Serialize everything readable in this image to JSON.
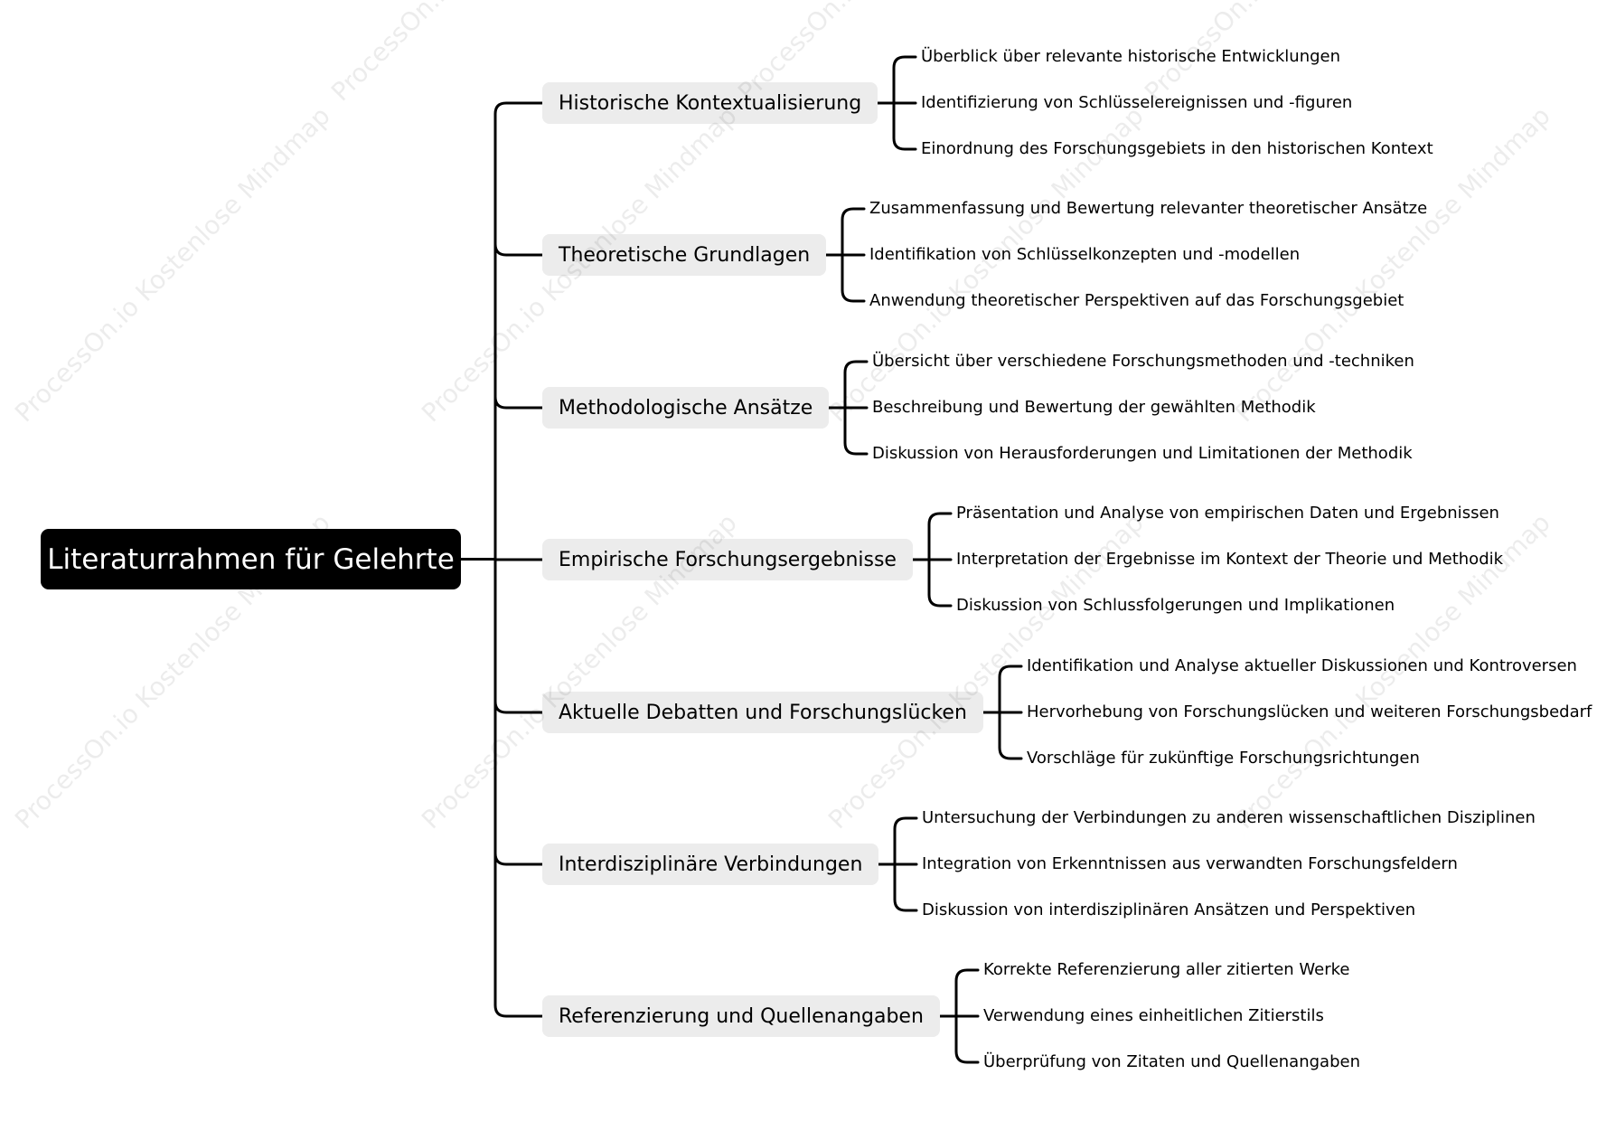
{
  "root": {
    "label": "Literaturrahmen für Gelehrte"
  },
  "branches": [
    {
      "label": "Historische Kontextualisierung",
      "children": [
        "Überblick über relevante historische Entwicklungen",
        "Identifizierung von Schlüsselereignissen und -figuren",
        "Einordnung des Forschungsgebiets in den historischen Kontext"
      ]
    },
    {
      "label": "Theoretische Grundlagen",
      "children": [
        "Zusammenfassung und Bewertung relevanter theoretischer Ansätze",
        "Identifikation von Schlüsselkonzepten und -modellen",
        "Anwendung theoretischer Perspektiven auf das Forschungsgebiet"
      ]
    },
    {
      "label": "Methodologische Ansätze",
      "children": [
        "Übersicht über verschiedene Forschungsmethoden und -techniken",
        "Beschreibung und Bewertung der gewählten Methodik",
        "Diskussion von Herausforderungen und Limitationen der Methodik"
      ]
    },
    {
      "label": "Empirische Forschungsergebnisse",
      "children": [
        "Präsentation und Analyse von empirischen Daten und Ergebnissen",
        "Interpretation der Ergebnisse im Kontext der Theorie und Methodik",
        "Diskussion von Schlussfolgerungen und Implikationen"
      ]
    },
    {
      "label": "Aktuelle Debatten und Forschungslücken",
      "children": [
        "Identifikation und Analyse aktueller Diskussionen und Kontroversen",
        "Hervorhebung von Forschungslücken und weiteren Forschungsbedarf",
        "Vorschläge für zukünftige Forschungsrichtungen"
      ]
    },
    {
      "label": "Interdisziplinäre Verbindungen",
      "children": [
        "Untersuchung der Verbindungen zu anderen wissenschaftlichen Disziplinen",
        "Integration von Erkenntnissen aus verwandten Forschungsfeldern",
        "Diskussion von interdisziplinären Ansätzen und Perspektiven"
      ]
    },
    {
      "label": "Referenzierung und Quellenangaben",
      "children": [
        "Korrekte Referenzierung aller zitierten Werke",
        "Verwendung eines einheitlichen Zitierstils",
        "Überprüfung von Zitaten und Quellenangaben"
      ]
    }
  ],
  "watermark": {
    "text": "ProcessOn.io Kostenlose Mindmap"
  }
}
